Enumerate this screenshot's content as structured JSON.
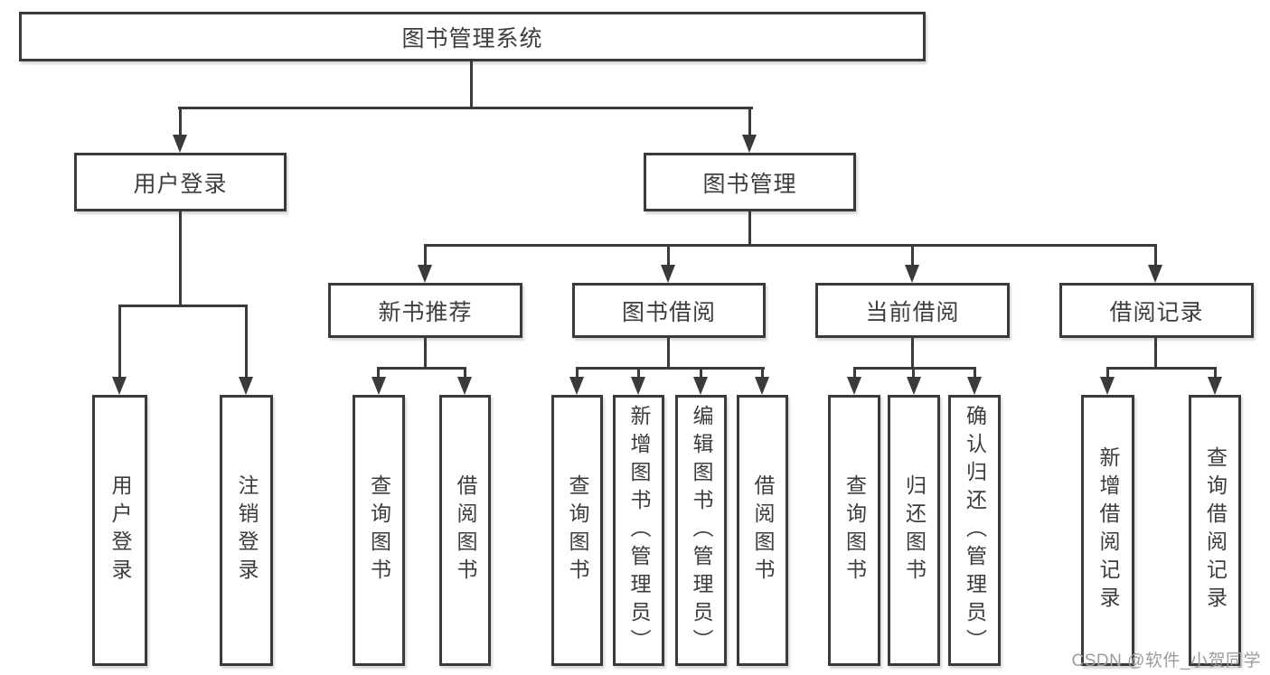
{
  "diagram": {
    "root": {
      "label": "图书管理系统"
    },
    "level2": [
      {
        "id": "user-login",
        "label": "用户登录"
      },
      {
        "id": "book-management",
        "label": "图书管理"
      }
    ],
    "level3": [
      {
        "id": "new-book-recommend",
        "label": "新书推荐"
      },
      {
        "id": "book-borrowing",
        "label": "图书借阅"
      },
      {
        "id": "current-borrowing",
        "label": "当前借阅"
      },
      {
        "id": "borrowing-records",
        "label": "借阅记录"
      }
    ],
    "leaves": [
      {
        "parent": "user-login",
        "label": "用户登录"
      },
      {
        "parent": "user-login",
        "label": "注销登录"
      },
      {
        "parent": "new-book-recommend",
        "label": "查询图书"
      },
      {
        "parent": "new-book-recommend",
        "label": "借阅图书"
      },
      {
        "parent": "book-borrowing",
        "label": "查询图书"
      },
      {
        "parent": "book-borrowing",
        "label": "新增图书（管理员）"
      },
      {
        "parent": "book-borrowing",
        "label": "编辑图书（管理员）"
      },
      {
        "parent": "book-borrowing",
        "label": "借阅图书"
      },
      {
        "parent": "current-borrowing",
        "label": "查询图书"
      },
      {
        "parent": "current-borrowing",
        "label": "归还图书"
      },
      {
        "parent": "current-borrowing",
        "label": "确认归还（管理员）"
      },
      {
        "parent": "borrowing-records",
        "label": "新增借阅记录"
      },
      {
        "parent": "borrowing-records",
        "label": "查询借阅记录"
      }
    ]
  },
  "watermark": "CSDN @软件_小贺同学",
  "colors": {
    "line": "#3a3a3a",
    "text": "#3d3d3d",
    "watermark": "#9c9c9c",
    "background": "#ffffff"
  }
}
